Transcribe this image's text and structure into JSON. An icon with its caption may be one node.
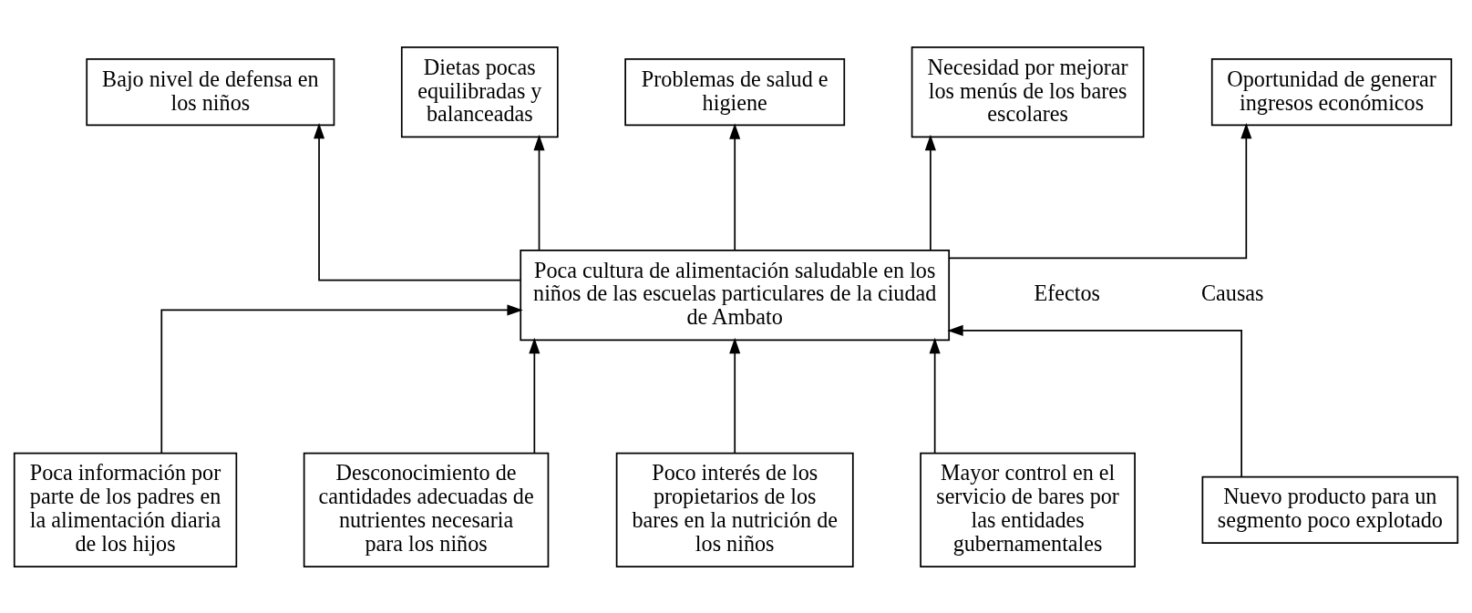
{
  "diagram": {
    "nodes": [
      {
        "text": [
          "Bajo nivel de defensa en los niños"
        ]
      },
      {
        "text": [
          "Dietas pocas equilibradas y balanceadas"
        ]
      },
      {
        "text": [
          "Problemas de salud e higiene"
        ]
      },
      {
        "text": [
          "Necesidad por mejorar los menús de los bares escolares"
        ]
      },
      {
        "text": [
          "Oportunidad de generar ingresos económicos"
        ]
      },
      {
        "text": [
          "Poca cultura de alimentación saludable en los niños de las escuelas particulares de la ciudad de Ambato"
        ]
      },
      {
        "text": [
          "Poca información por parte de los padres en la alimentación diaria de los hijos"
        ]
      },
      {
        "text": [
          "Desconocimiento de cantidades adecuadas de nutrientes necesaria para los niños"
        ]
      },
      {
        "text": [
          "Poco interés de los propietarios de los bares en la nutrición de los niños"
        ]
      },
      {
        "text": [
          "Mayor control en el servicio de bares por las entidades gubernamentales"
        ]
      },
      {
        "text": [
          "Nuevo producto para un segmento poco explotado"
        ]
      }
    ],
    "edges": [
      {
        "from": 5,
        "to": 0,
        "arrow": "to"
      },
      {
        "from": 5,
        "to": 1,
        "arrow": "to"
      },
      {
        "from": 5,
        "to": 2,
        "arrow": "to"
      },
      {
        "from": 5,
        "to": 3,
        "arrow": "to"
      },
      {
        "from": 5,
        "to": 4,
        "arrow": "to"
      },
      {
        "from": 6,
        "to": 5,
        "arrow": "to"
      },
      {
        "from": 7,
        "to": 5,
        "arrow": "to"
      },
      {
        "from": 8,
        "to": 5,
        "arrow": "to"
      },
      {
        "from": 9,
        "to": 5,
        "arrow": "to"
      },
      {
        "from": 10,
        "to": 5,
        "arrow": "to"
      }
    ],
    "labels": [
      "Efectos",
      "Causas"
    ]
  }
}
